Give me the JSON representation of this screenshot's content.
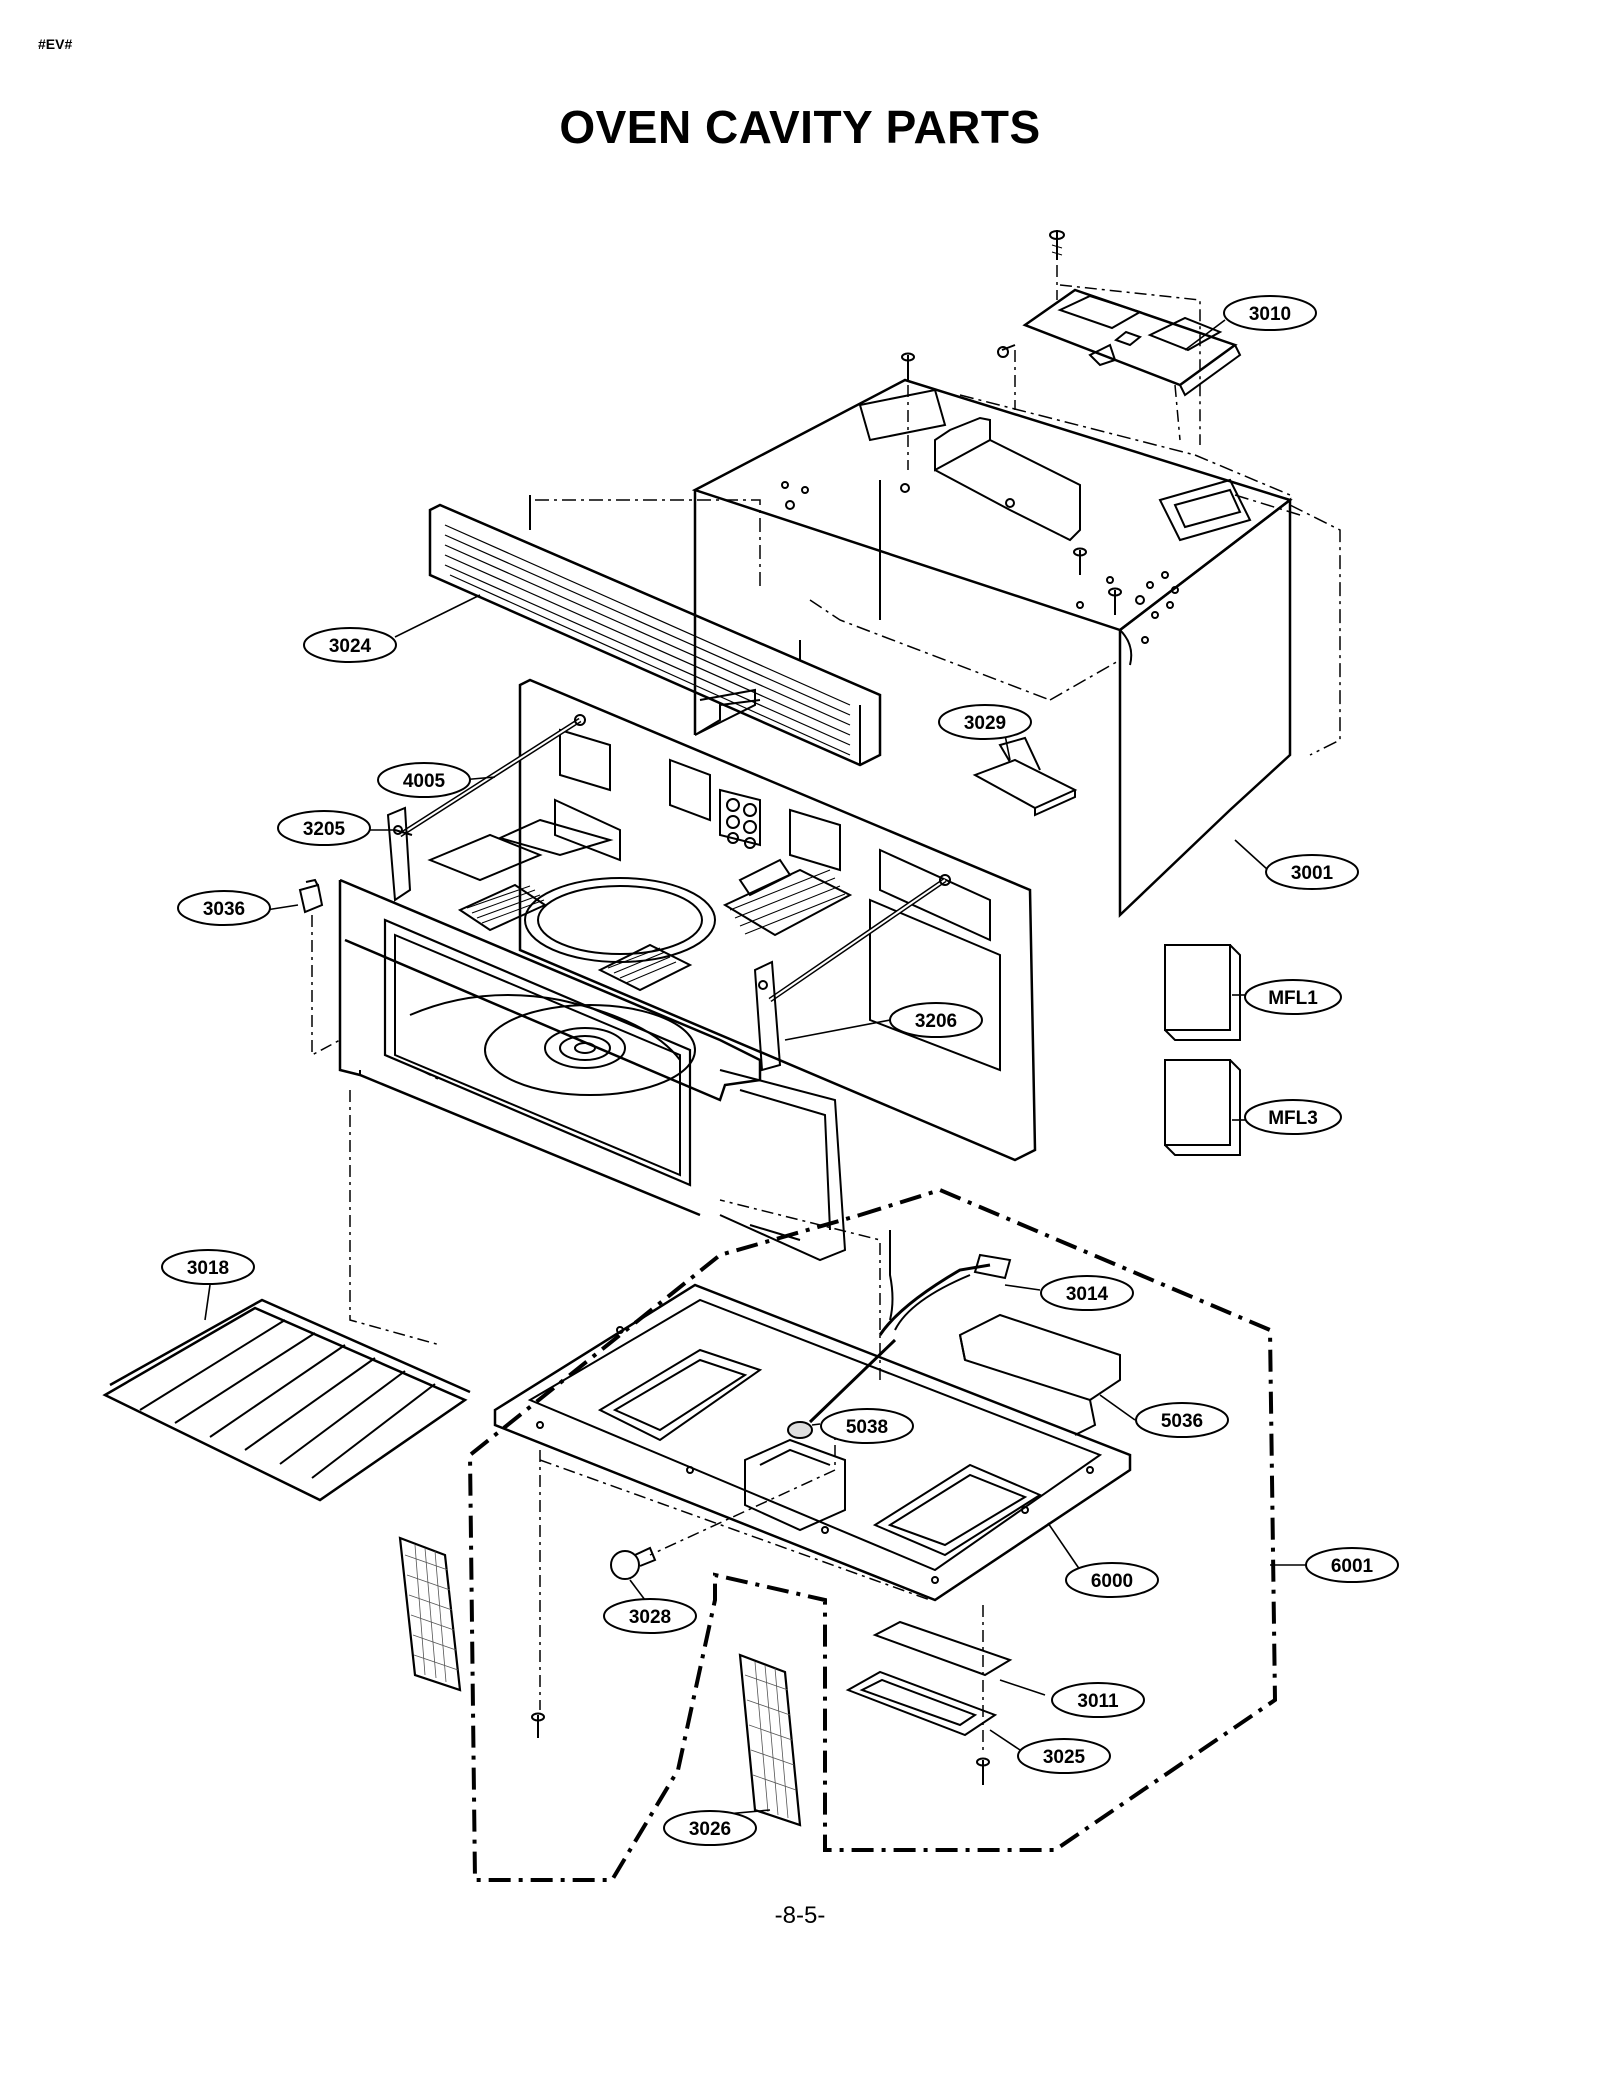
{
  "page_mark": "#EV#",
  "title": "OVEN CAVITY PARTS",
  "page_number": "-8-5-",
  "callouts": {
    "c3010": "3010",
    "c3024": "3024",
    "c3029": "3029",
    "c4005": "4005",
    "c3205": "3205",
    "c3036": "3036",
    "c3001": "3001",
    "c3206": "3206",
    "mfl1": "MFL1",
    "mfl3": "MFL3",
    "c3018": "3018",
    "c3014": "3014",
    "c5036": "5036",
    "c5038": "5038",
    "c6000": "6000",
    "c6001": "6001",
    "c3028": "3028",
    "c3011": "3011",
    "c3025": "3025",
    "c3026": "3026"
  }
}
